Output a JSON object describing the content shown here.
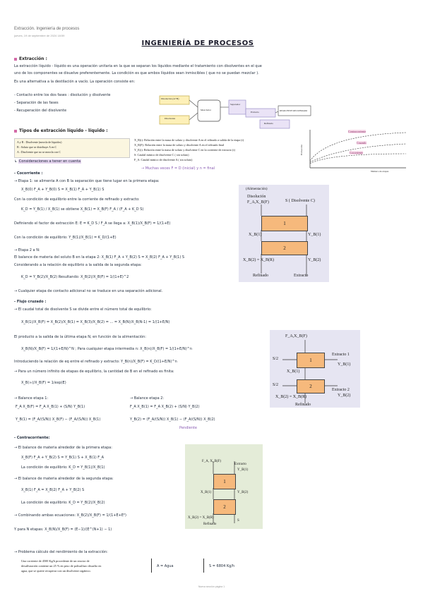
{
  "header": {
    "title": "Extracción. Ingeniería de procesos",
    "meta": "jueves, 19 de septiembre de 2024    18:59"
  },
  "main_title": "INGENIERÍA DE PROCESOS",
  "extraction": {
    "heading": "Extracción :",
    "p1": "La extracción líquido - líquido es una operación unitaria en la que se separan los líquidos mediante el tratamiento con disolventes en el que",
    "p2": "uno de los componentes se disuelve preferentemente. La condición es que ambos líquidos sean inmiscibles ( que no se puedan mezclar ).",
    "p3": "Es una alternativa a la destilación a vacío. La operación consiste en:",
    "steps": [
      "- Contacto entre los dos fases : disolución y disolvente",
      "- Separación de las fases",
      "- Recuperación del disolvente"
    ],
    "diagram": {
      "feed": "Disolución (A+B)",
      "solvent": "Disolvente",
      "mixer": "Mezclador",
      "extract": "Extracto",
      "raffinate": "Refinado",
      "sep": "Separador",
      "out": "DISOLVENTE RECUPERADO"
    }
  },
  "types": {
    "heading": "Tipos de extracción líquido - líquido :",
    "legend_box": [
      "A y B : Disolvente (mezcla de líquidos)",
      "B : Soluto que se distribuye A en C",
      "A : Disolvente que no se mezcla con C"
    ],
    "legend_note": "Consideraciones a tener en cuenta",
    "defs": [
      "X_R(i): Relación entre la masa de soluto y disolvente A en el refinado a salida de la etapa (i)",
      "X_R(F): Relación entre la masa de soluto y disolvente A en el refinado final",
      "Y_E(i): Relación entre la masa de soluto y disolvente C en la corriente de extracto (i)",
      "S: Caudal másico de disolvente C ( sin soluto)",
      "F_A: Caudal másico de disolvente A ( sin soluto)"
    ],
    "defs_note": "→ Muchas veces F = D (inicial) y n = final",
    "chart_legend": [
      "Contracorriente",
      "Cruzado",
      "Cocorriente"
    ],
    "chart_ylabel": "Extracción",
    "chart_xlabel": "Número de etapas"
  },
  "cocorriente": {
    "heading": "- Cocorriente :",
    "l1": "→ Etapa 1: se alimenta A con B la separación que tiene lugar en la primera etapa:",
    "eq1": "X_B(0) F_A + Y_B(0) S = X_B(1) F_A + Y_B(1) S",
    "l2": "Con la condición de equilibrio entre la corriente de refinado y extracto:",
    "eq2": "K_D = Y_B(1) / X_B(1)   se obtiene   X_B(1) = X_B(F) F_A / (F_A + K_D S)",
    "l3": "Definiendo el factor de extracción E: E = K_D S / F_A se llega a: X_B(1)/X_B(F) = 1/(1+E)",
    "l4": "Con la condición de equilibrio: Y_B(1)/X_B(1) = K_D/(1+E)",
    "l5": "→ Etapa 2 a N:",
    "l6": "El balance de materia del soluto B en la etapa 2: X_B(1) F_A + Y_B(2) S = X_B(2) F_A + Y_B(1) S",
    "l7": "Considerando a la relación de equilibrio a la salida de la segunda etapa:",
    "eq3": "K_D = Y_B(2)/X_B(2)   Resultando: X_B(2)/X_B(F) = 1/(1+E)^2",
    "l8": "→ Cualquier etapa de contacto adicional no se traduce en una separación adicional.",
    "diagram": {
      "title": "(Alimentación)",
      "feed": "Disolución",
      "feed2": "F_A,X_B(F)",
      "solvent": "S ( Disolvente C)",
      "b1": "1",
      "b2": "2",
      "x1": "X_B(1)",
      "y1": "Y_B(1)",
      "out_r": "X_B(2) = X_B(R)",
      "out_e": "Y_B(2)",
      "raffinate": "Refinado",
      "extract": "Extracto"
    }
  },
  "cruzado": {
    "heading": "- Flujo cruzado :",
    "l1": "→ El caudal total de disolvente S se divide entre el número total de equilibrio:",
    "eq1": "X_B(1)/X_B(F) = X_B(2)/X_B(1) = X_B(3)/X_B(2) = ... = X_B(N)/X_B(N-1) = 1/(1+E/N)",
    "l2": "El producto a la salida de la última etapa N, en función de la alimentación:",
    "eq2": "X_B(N)/X_B(F) = 1/(1+E/N)^N ; Para cualquier etapa intermedia n: X_B(n)/X_B(F) = 1/(1+E/N)^n",
    "l3": "Introduciendo la relación de eq entre el refinado y extracto: Y_B(n)/X_B(F) = K_D/(1+E/N)^n",
    "l4": "→ Para un número infinito de etapas de equilibrio, la cantidad de B en el refinado es finita:",
    "eq3": "X_B(∞)/X_B(F) = 1/exp(E)",
    "b1": "→ Balance etapa 1:",
    "b1eq1": "F_A X_B(F) = F_A X_B(1) + (S/N) Y_B(1)",
    "b1eq2": "Y_B(1) = (F_A/(S/N)) X_B(F) − (F_A/(S/N)) X_B(1)",
    "b2": "→ Balance etapa 2:",
    "b2eq1": "F_A X_B(1) = F_A X_B(2) + (S/N) Y_B(2)",
    "b2eq2": "Y_B(2) = (F_A/(S/N)) X_B(1) − (F_A/(S/N)) X_B(2)",
    "slope": "Pendiente",
    "diagram": {
      "feed": "F_A,X_B(F)",
      "s1": "S/2",
      "s2": "S/2",
      "b1": "1",
      "b2": "2",
      "e1": "Extracto 1",
      "y1": "Y_B(1)",
      "x1": "X_B(1)",
      "e2": "Extracto 2",
      "y2": "Y_B(2)",
      "out": "X_B(2) = X_B(R)",
      "raf": "Refinado"
    }
  },
  "contra": {
    "heading": "- Contracorriente:",
    "l1": "→ El balance de materia alrededor de la primera etapa:",
    "eq1": "X_B(F) F_A + Y_B(2) S = Y_B(1) S + X_B(1) F_A",
    "l2": "La condición de equilibrio: K_D = Y_B(1)/X_B(1)",
    "l3": "→ El balance de materia alrededor de la segunda etapa:",
    "eq2": "X_B(1) F_A = X_B(2) F_A + Y_B(2) S",
    "l4": "La condición de equilibrio: K_D = Y_B(2)/X_B(2)",
    "l5": "→ Combinando ambas ecuaciones: X_B(2)/X_B(F) = 1/(1+E+E²)",
    "l6": "Y para N etapas: X_B(N)/X_B(F) = (E−1)/(E^(N+1) − 1)",
    "diagram": {
      "feed": "F_A, X_B(F)",
      "extract": "Extracto",
      "y1": "Y_B(1)",
      "x1": "X_B(1)",
      "y2": "Y_B(2)",
      "b1": "1",
      "b2": "2",
      "out": "X_B(2) = X_B(R)",
      "raf": "Refinado",
      "s": "S"
    }
  },
  "problem": {
    "heading": "→ Problema cálculo del rendimiento de la extracción:",
    "text1": "Una corriente de 4500 Kg/h procedente de un reactor de",
    "text2": "desulfuración contiene un 25 % en peso de polisulfuro disuelto en",
    "text3": "agua, que se quiere recuperar con un disolvente orgánico.",
    "note1": "A = Agua",
    "note2": "S = 6804 Kg/h"
  },
  "footer": "Nueva sección página 1"
}
